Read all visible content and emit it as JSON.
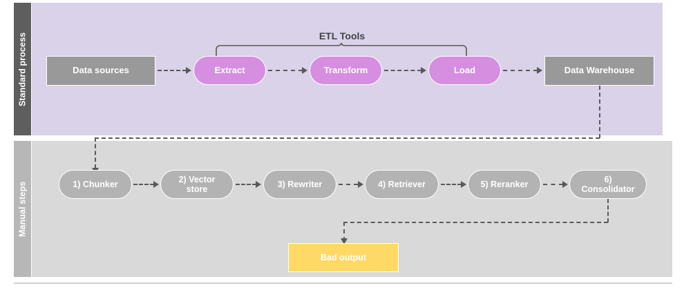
{
  "diagram": {
    "title_hidden": "",
    "colors": {
      "lane_top_bg": "#d9d2e9",
      "lane_top_label_bg": "#5e5e5e",
      "lane_bottom_bg": "#d9d9d9",
      "lane_bottom_label_bg": "#b7b7b7",
      "node_grey": "#999999",
      "node_purple": "#d58ee0",
      "node_grey_light": "#b3b3b3",
      "node_amber": "#ffd966",
      "connector": "#595959",
      "caption_text": "#434343"
    }
  },
  "lanes": [
    {
      "id": "standard-process",
      "label": "Standard process"
    },
    {
      "id": "manual-steps",
      "label": "Manual steps"
    }
  ],
  "standard_process": {
    "caption": "ETL Tools",
    "nodes": [
      {
        "id": "data-sources",
        "label": "Data sources",
        "shape": "rect",
        "color": "grey"
      },
      {
        "id": "extract",
        "label": "Extract",
        "shape": "pill",
        "color": "purple"
      },
      {
        "id": "transform",
        "label": "Transform",
        "shape": "pill",
        "color": "purple"
      },
      {
        "id": "load",
        "label": "Load",
        "shape": "pill",
        "color": "purple"
      },
      {
        "id": "data-warehouse",
        "label": "Data Warehouse",
        "shape": "rect",
        "color": "grey"
      }
    ]
  },
  "manual_steps": {
    "nodes": [
      {
        "id": "chunker",
        "label": "1) Chunker",
        "shape": "pill",
        "color": "grey2"
      },
      {
        "id": "vector-store",
        "label": "2) Vector store",
        "shape": "pill",
        "color": "grey2"
      },
      {
        "id": "rewriter",
        "label": "3) Rewriter",
        "shape": "pill",
        "color": "grey2"
      },
      {
        "id": "retriever",
        "label": "4) Retriever",
        "shape": "pill",
        "color": "grey2"
      },
      {
        "id": "reranker",
        "label": "5) Reranker",
        "shape": "pill",
        "color": "grey2"
      },
      {
        "id": "consolidator",
        "label": "6) Consolidator",
        "shape": "pill",
        "color": "grey2"
      }
    ],
    "output": {
      "id": "bad-output",
      "label": "Bad output",
      "shape": "rect",
      "color": "amber"
    }
  }
}
